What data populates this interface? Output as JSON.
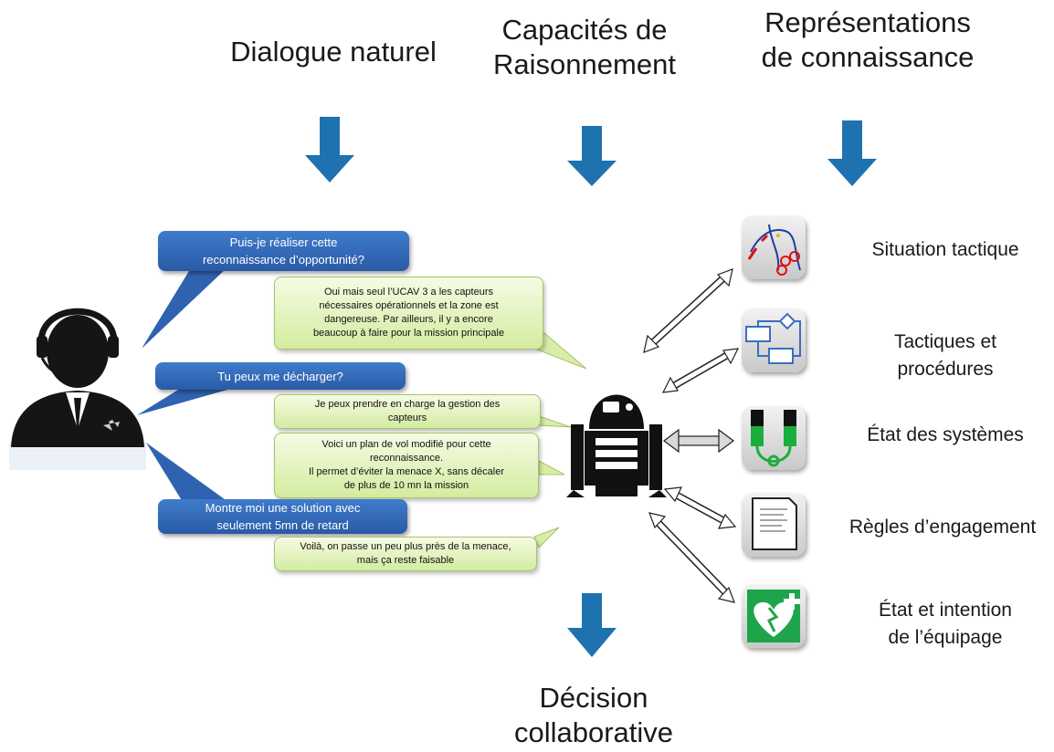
{
  "headers": {
    "dialogue": "Dialogue naturel",
    "raisonnement": "Capacités de\nRaisonnement",
    "representations": "Représentations\nde connaissance",
    "decision": "Décision\ncollaborative"
  },
  "dialog": {
    "q1": "Puis-je réaliser cette\nreconnaissance d’opportunité?",
    "a1": "Oui mais seul l’UCAV 3 a les capteurs\nnécessaires opérationnels et la zone est\ndangereuse. Par ailleurs, il y a encore\nbeaucoup à faire pour la mission principale",
    "q2": "Tu peux me décharger?",
    "a2": "Je peux prendre en charge la gestion des\ncapteurs",
    "a3": "Voici un plan de vol modifié pour cette\nreconnaissance.\nIl permet d’éviter la menace X, sans décaler\nde plus de 10 mn la mission",
    "q3": "Montre moi une solution avec\nseulement 5mn de retard",
    "a4": "Voilà, on passe un peu plus près de la menace,\nmais ça reste faisable"
  },
  "knowledge": [
    {
      "label": "Situation tactique",
      "icon": "tactical-map-icon"
    },
    {
      "label": "Tactiques et\nprocédures",
      "icon": "flowchart-icon"
    },
    {
      "label": "État des systèmes",
      "icon": "systems-status-icon"
    },
    {
      "label": "Règles d’engagement",
      "icon": "document-icon"
    },
    {
      "label": "État et intention\nde l’équipage",
      "icon": "heart-health-icon"
    }
  ],
  "colors": {
    "arrow": "#1f72b0",
    "bubble_blue": "#2a5aa6",
    "bubble_green": "#d3eca0"
  }
}
